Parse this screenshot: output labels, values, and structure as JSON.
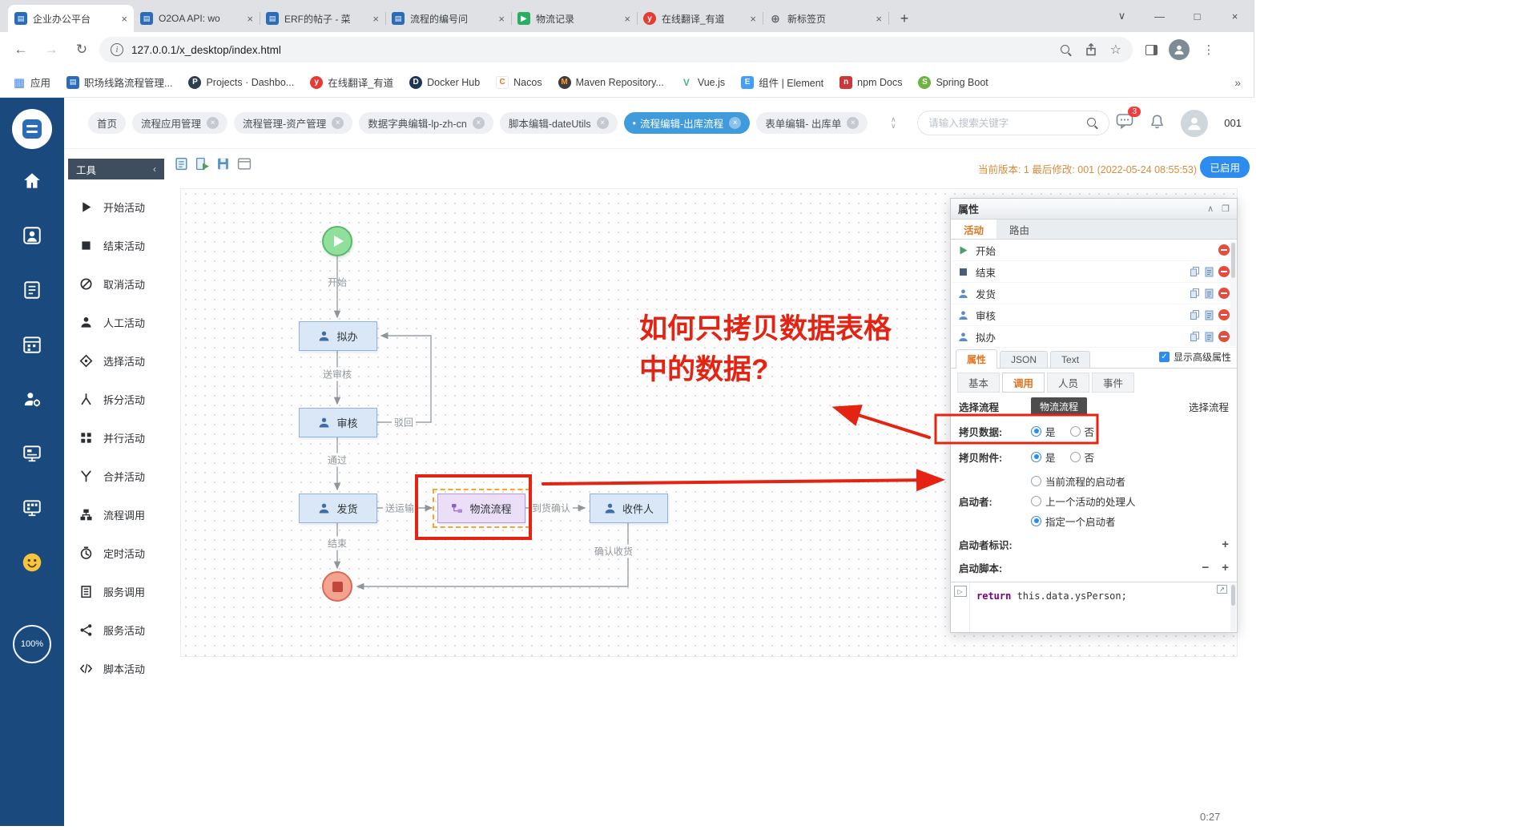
{
  "colors": {
    "sidebar_bg": "#1a4a7d",
    "active_chip": "#3f9bdc",
    "enabled_button": "#2d8cf0",
    "panel_accent": "#e2731f",
    "annotation_red": "#e42313",
    "node_blue": "#d9e7f7",
    "node_purple": "#eadff7",
    "start_green": "#90e09c",
    "end_red": "#f3a390"
  },
  "video": {
    "timestamp": "0:27"
  },
  "browser": {
    "tabs": [
      {
        "title": "企业办公平台",
        "icon": "o2oa-icon"
      },
      {
        "title": "O2OA API: wo",
        "icon": "o2oa-icon"
      },
      {
        "title": "ERF的帖子 - 菜",
        "icon": "o2oa-icon"
      },
      {
        "title": "流程的编号问",
        "icon": "o2oa-icon"
      },
      {
        "title": "物流记录",
        "icon": "video-play-icon"
      },
      {
        "title": "在线翻译_有道",
        "icon": "youdao-icon"
      },
      {
        "title": "新标签页",
        "icon": "globe-icon"
      }
    ],
    "url": "127.0.0.1/x_desktop/index.html",
    "bookmarks": [
      {
        "label": "应用",
        "icon": "apps-grid-icon"
      },
      {
        "label": "职场线路流程管理...",
        "icon": "o2oa-icon"
      },
      {
        "label": "Projects · Dashbo...",
        "icon": "projects-icon"
      },
      {
        "label": "在线翻译_有道",
        "icon": "youdao-icon"
      },
      {
        "label": "Docker Hub",
        "icon": "docker-icon"
      },
      {
        "label": "Nacos",
        "icon": "nacos-icon"
      },
      {
        "label": "Maven Repository...",
        "icon": "maven-icon"
      },
      {
        "label": "Vue.js",
        "icon": "vue-icon"
      },
      {
        "label": "组件 | Element",
        "icon": "element-icon"
      },
      {
        "label": "npm Docs",
        "icon": "npm-icon"
      },
      {
        "label": "Spring Boot",
        "icon": "spring-icon"
      }
    ]
  },
  "header": {
    "chips": [
      {
        "label": "首页",
        "closable": false,
        "active": false
      },
      {
        "label": "流程应用管理",
        "closable": true,
        "active": false
      },
      {
        "label": "流程管理-资产管理",
        "closable": true,
        "active": false
      },
      {
        "label": "数据字典编辑-lp-zh-cn",
        "closable": true,
        "active": false
      },
      {
        "label": "脚本编辑-dateUtils",
        "closable": true,
        "active": false
      },
      {
        "label": "流程编辑-出库流程",
        "closable": true,
        "active": true
      },
      {
        "label": "表单编辑- 出库单",
        "closable": true,
        "active": false
      }
    ],
    "search_placeholder": "请输入搜索关键字",
    "notification_badge": "3",
    "username": "001"
  },
  "statusbar": {
    "version_text": "当前版本: 1 最后修改: 001 (2022-05-24 08:55:53)",
    "enabled_label": "已启用"
  },
  "sidebar": {
    "zoom_label": "100%",
    "icons": [
      "o2oa-logo",
      "home-icon",
      "contacts-icon",
      "notebook-icon",
      "calendar-icon",
      "admin-icon",
      "monitor-icon",
      "screen-apps-icon",
      "emoji-app-icon"
    ]
  },
  "tools": {
    "title": "工具",
    "items": [
      {
        "label": "开始活动",
        "icon": "play-icon"
      },
      {
        "label": "结束活动",
        "icon": "stop-icon"
      },
      {
        "label": "取消活动",
        "icon": "cancel-icon"
      },
      {
        "label": "人工活动",
        "icon": "person-icon"
      },
      {
        "label": "选择活动",
        "icon": "choice-icon"
      },
      {
        "label": "拆分活动",
        "icon": "split-icon"
      },
      {
        "label": "并行活动",
        "icon": "parallel-icon"
      },
      {
        "label": "合并活动",
        "icon": "merge-icon"
      },
      {
        "label": "流程调用",
        "icon": "subprocess-icon"
      },
      {
        "label": "定时活动",
        "icon": "timer-icon"
      },
      {
        "label": "服务调用",
        "icon": "service-call-icon"
      },
      {
        "label": "服务活动",
        "icon": "service-icon"
      },
      {
        "label": "脚本活动",
        "icon": "script-icon"
      }
    ]
  },
  "canvas": {
    "start_caption": "开始",
    "nodes": {
      "draft": "拟办",
      "review": "审核",
      "ship": "发货",
      "logistics": "物流流程",
      "recipient": "收件人"
    },
    "edge_labels": [
      "送审核",
      "驳回",
      "通过",
      "送运输",
      "到货确认",
      "结束",
      "确认收货"
    ],
    "annotation": {
      "line1": "如何只拷贝数据表格",
      "line2": "中的数据?"
    }
  },
  "properties": {
    "title": "属性",
    "tabs": [
      {
        "label": "活动",
        "active": true
      },
      {
        "label": "路由",
        "active": false
      }
    ],
    "activities": [
      {
        "label": "开始",
        "icon": "play-icon",
        "has_copy": false
      },
      {
        "label": "结束",
        "icon": "stop-icon",
        "has_copy": true
      },
      {
        "label": "发货",
        "icon": "person-icon",
        "has_copy": true
      },
      {
        "label": "审核",
        "icon": "person-icon",
        "has_copy": true
      },
      {
        "label": "拟办",
        "icon": "person-icon",
        "has_copy": true
      }
    ],
    "view_tabs": [
      {
        "label": "属性",
        "active": true
      },
      {
        "label": "JSON",
        "active": false
      },
      {
        "label": "Text",
        "active": false
      }
    ],
    "advanced_label": "显示高级属性",
    "section_tabs": [
      {
        "label": "基本",
        "active": false
      },
      {
        "label": "调用",
        "active": true
      },
      {
        "label": "人员",
        "active": false
      },
      {
        "label": "事件",
        "active": false
      }
    ],
    "form": {
      "select_process_label": "选择流程",
      "process_value": "物流流程",
      "select_process_button": "选择流程",
      "copy_data_label": "拷贝数据:",
      "copy_attachment_label": "拷贝附件:",
      "radio_yes": "是",
      "radio_no": "否",
      "starter_label": "启动者:",
      "starter_options": [
        {
          "label": "当前流程的启动者",
          "selected": false
        },
        {
          "label": "上一个活动的处理人",
          "selected": false
        },
        {
          "label": "指定一个启动者",
          "selected": true
        }
      ],
      "starter_id_label": "启动者标识:",
      "starter_script_label": "启动脚本:",
      "script": {
        "kw": "return",
        "rest": " this.data.ysPerson;"
      }
    }
  }
}
